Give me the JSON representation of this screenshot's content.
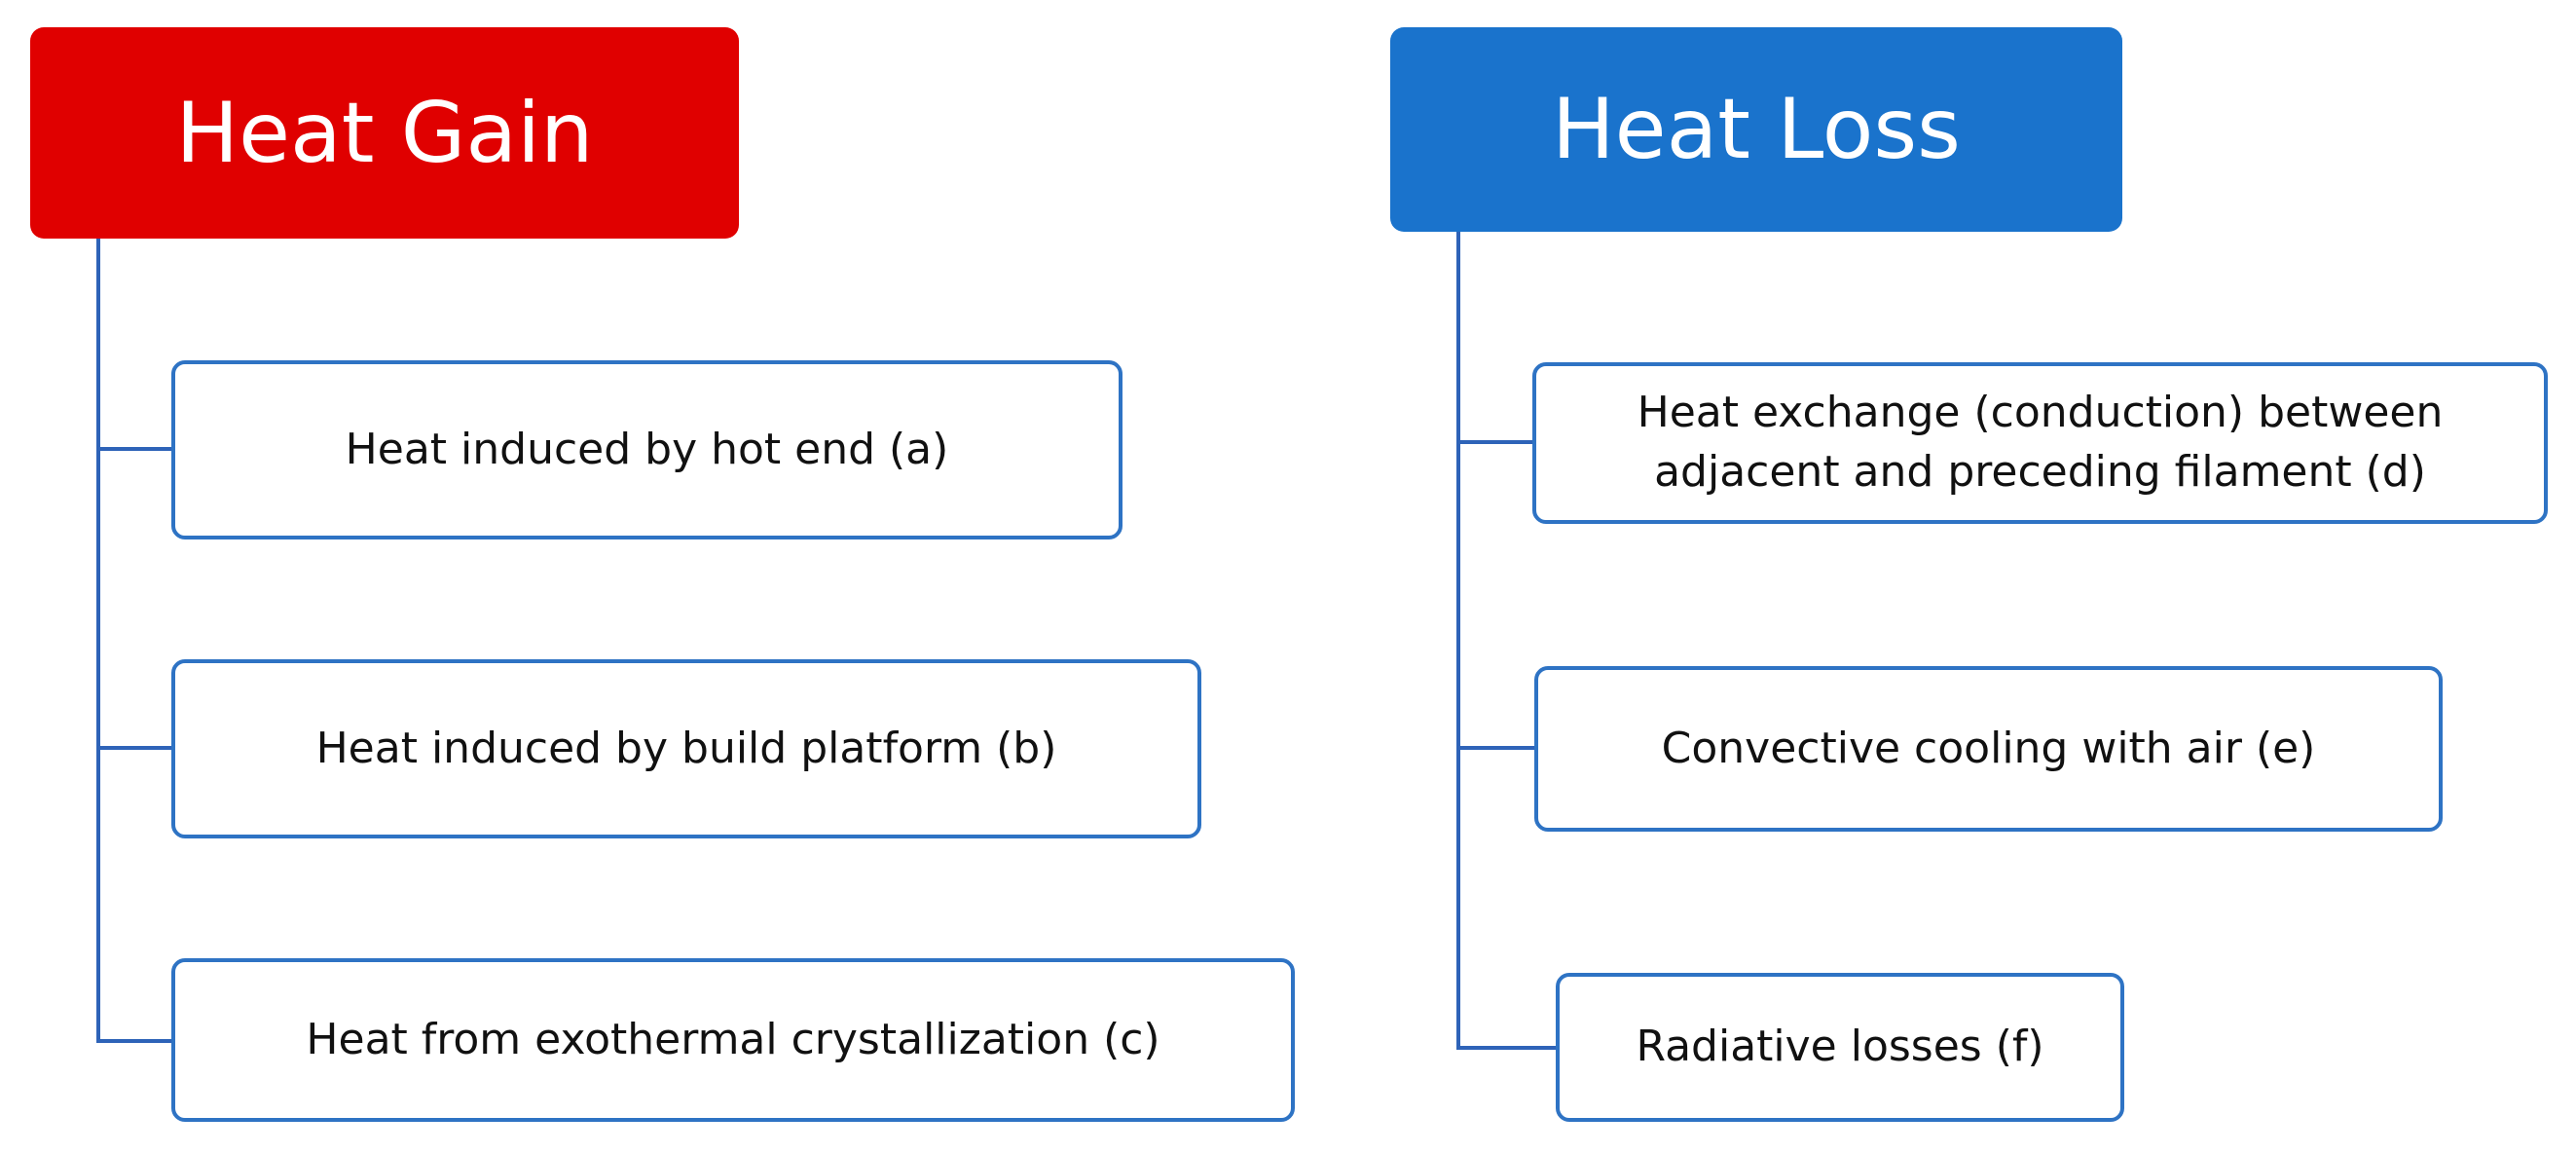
{
  "colors": {
    "gain_header": "#e00000",
    "loss_header": "#1a73cc",
    "connector": "#2e63b8",
    "box_border": "#2e73c4"
  },
  "gain": {
    "title": "Heat Gain",
    "items": [
      "Heat induced by hot end (a)",
      "Heat induced by build platform (b)",
      "Heat from exothermal crystallization (c)"
    ]
  },
  "loss": {
    "title": "Heat Loss",
    "items": [
      "Heat exchange (conduction) between adjacent and preceding filament (d)",
      "Convective cooling with air (e)",
      "Radiative losses (f)"
    ]
  }
}
